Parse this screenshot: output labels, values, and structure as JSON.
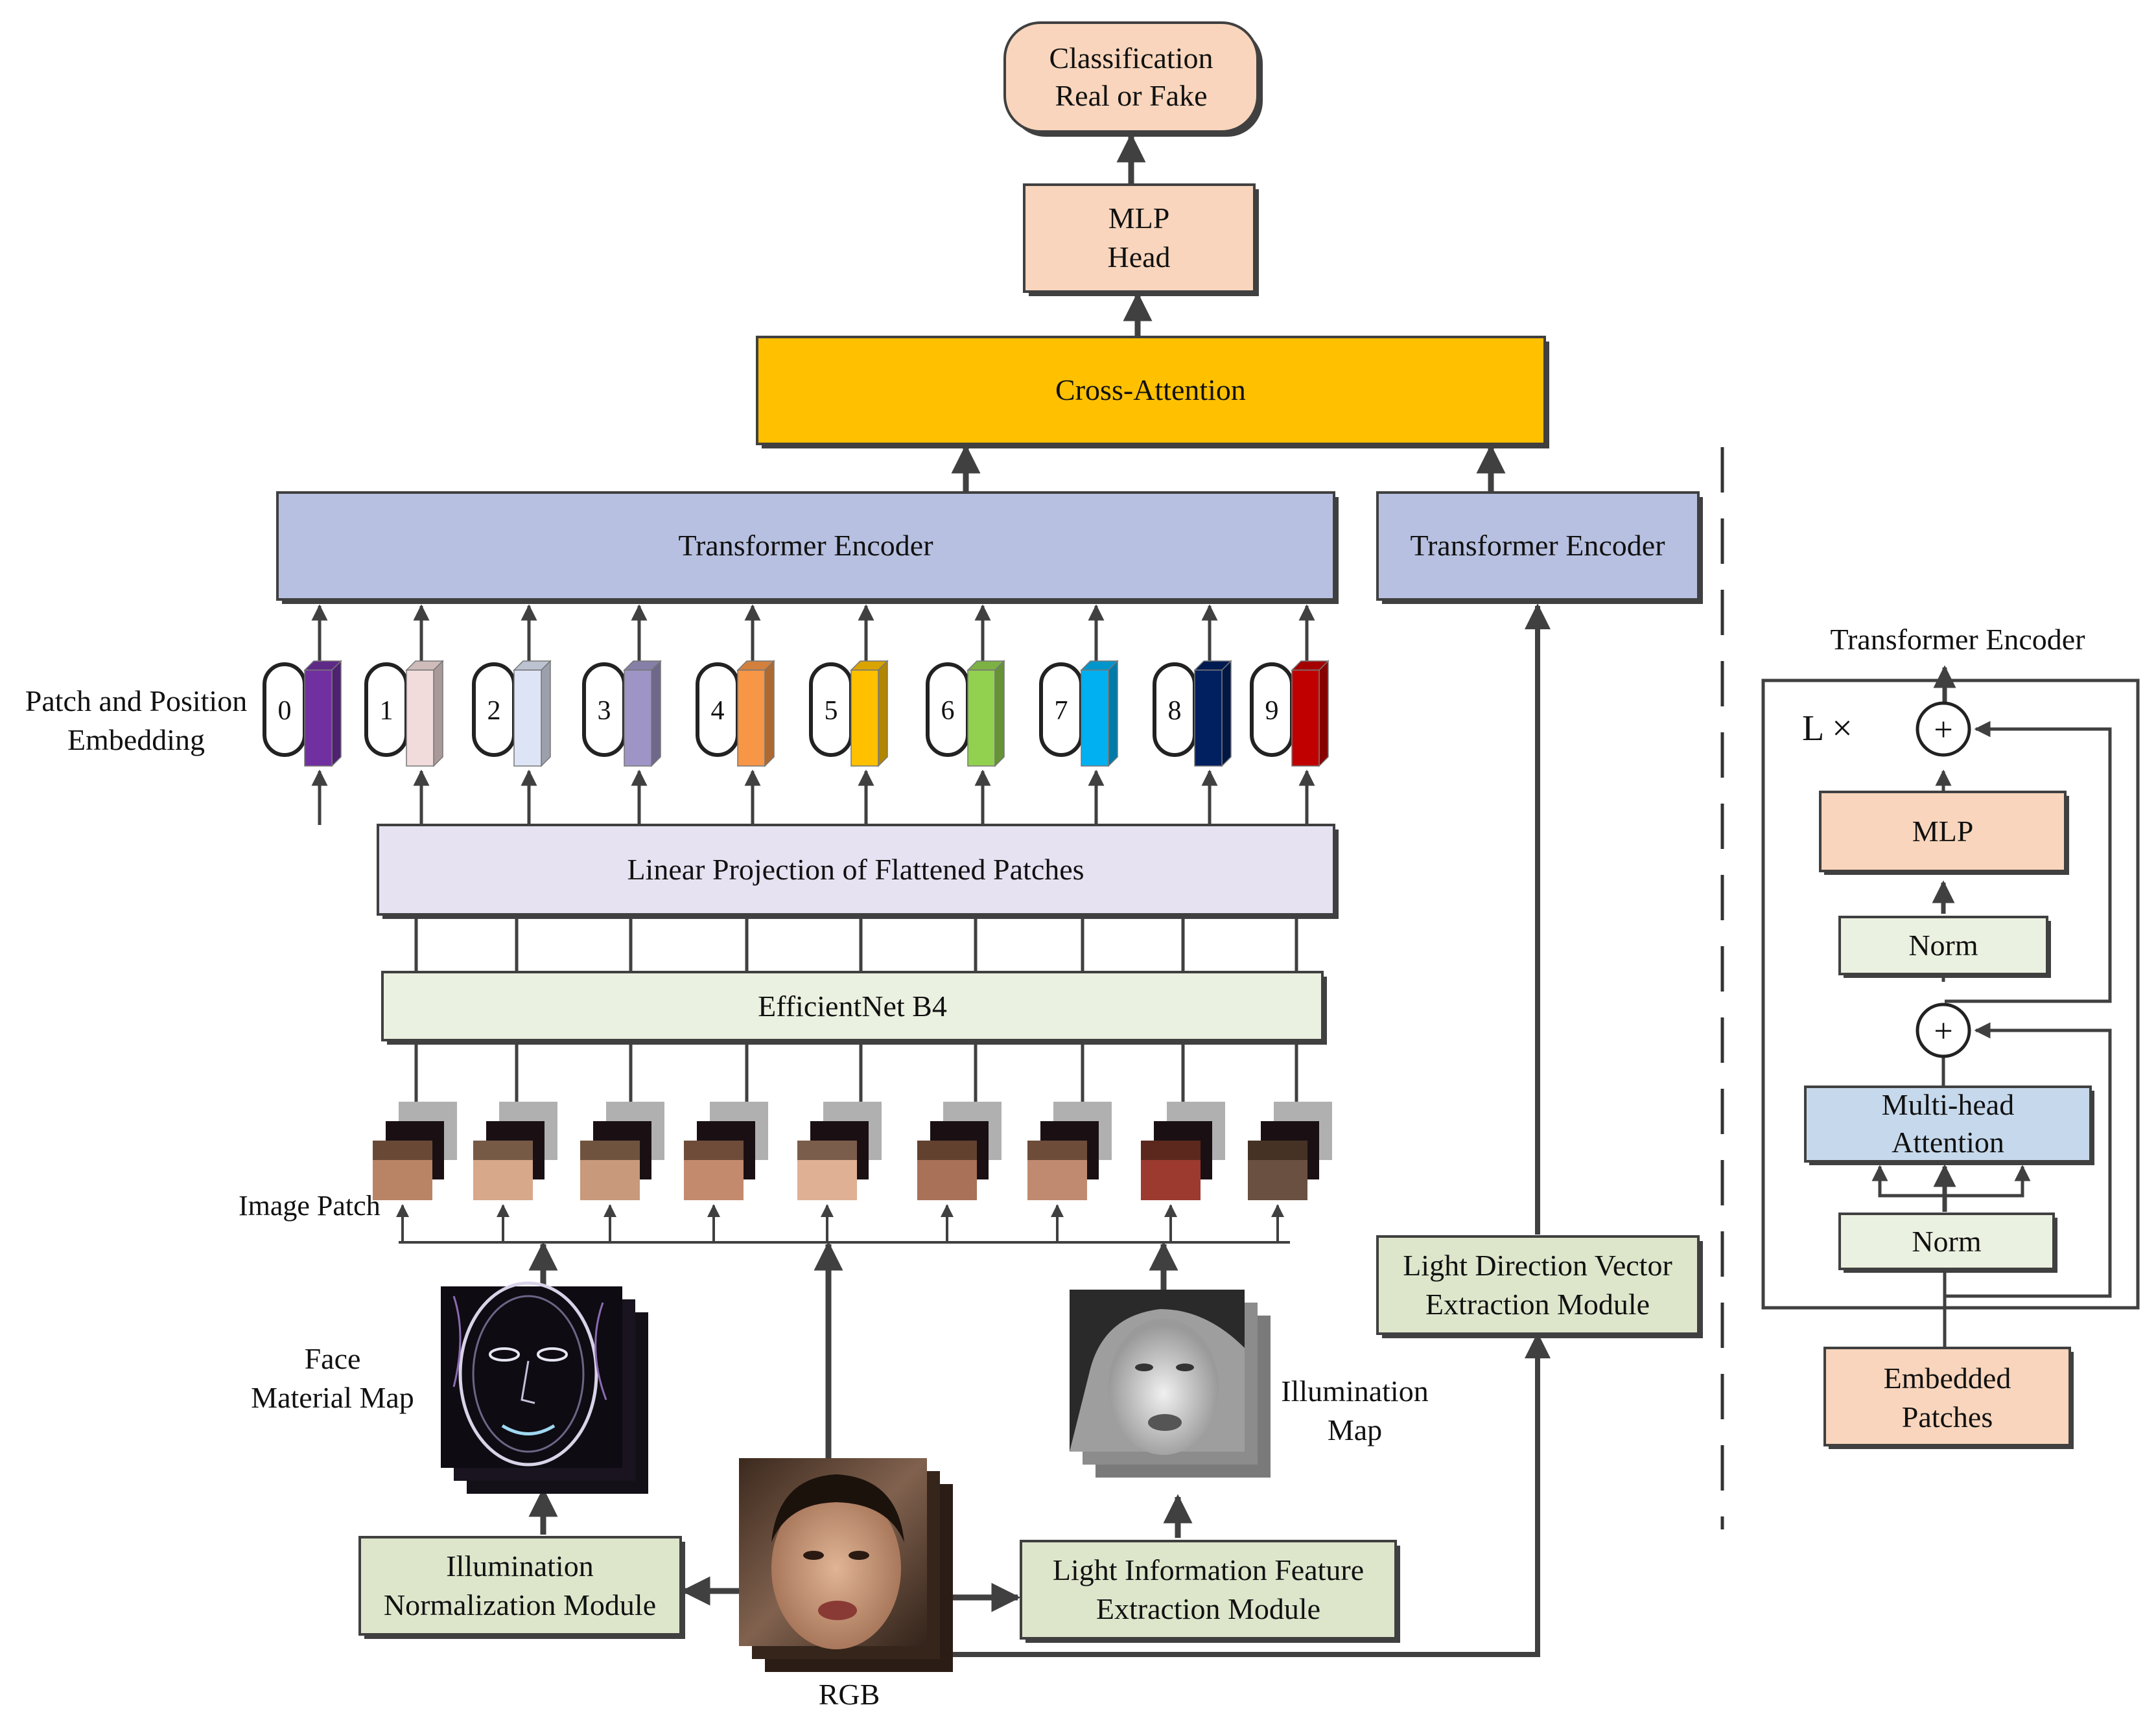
{
  "output": {
    "line1": "Classification",
    "line2": "Real or Fake"
  },
  "mlp_head": {
    "line1": "MLP",
    "line2": "Head"
  },
  "cross_attention": "Cross-Attention",
  "transformer_main": "Transformer Encoder",
  "transformer_side": "Transformer Encoder",
  "embedding_label": {
    "line1": "Patch and Position",
    "line2": "Embedding"
  },
  "tokens": [
    "0",
    "1",
    "2",
    "3",
    "4",
    "5",
    "6",
    "7",
    "8",
    "9"
  ],
  "token_colors": [
    "#7030A0",
    "#F2DCDB",
    "#DDE4F5",
    "#9E95C6",
    "#F79646",
    "#FFC000",
    "#92D050",
    "#00B0F0",
    "#002060",
    "#C00000"
  ],
  "linear_projection": "Linear Projection of Flattened Patches",
  "efficientnet": "EfficientNet B4",
  "image_patch": "Image Patch",
  "face_material": {
    "line1": "Face",
    "line2": "Material Map"
  },
  "illumination_map": {
    "line1": "Illumination",
    "line2": "Map"
  },
  "rgb": "RGB",
  "illum_norm": {
    "line1": "Illumination",
    "line2": "Normalization Module"
  },
  "light_info": {
    "line1": "Light Information Feature",
    "line2": "Extraction Module"
  },
  "light_dir": {
    "line1": "Light Direction Vector",
    "line2": "Extraction Module"
  },
  "encoder_detail": {
    "title": "Transformer Encoder",
    "repeat": "L ×",
    "mlp": "MLP",
    "norm_top": "Norm",
    "attention": {
      "line1": "Multi-head",
      "line2": "Attention"
    },
    "norm_bottom": "Norm",
    "embedded": {
      "line1": "Embedded",
      "line2": "Patches"
    },
    "plus": "+"
  },
  "colors": {
    "peach": "#F8D5BC",
    "orange": "#FFC000",
    "lavender": "#B7C0E0",
    "light_lavender": "#E6E2F2",
    "pale_green": "#EBF1E0",
    "module_green": "#DDE6CB",
    "light_blue": "#C6D8EB",
    "arrow": "#404040"
  },
  "icons": [
    "face-material-map-image",
    "illumination-map-image",
    "rgb-face-image",
    "image-patch-thumbnail"
  ]
}
